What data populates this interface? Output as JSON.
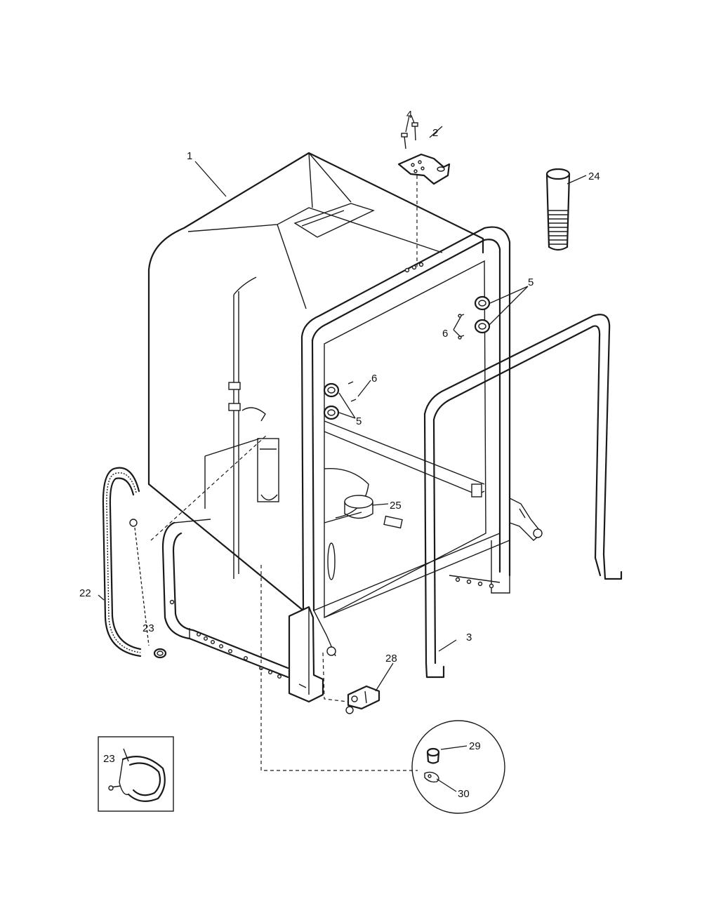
{
  "diagram": {
    "type": "exploded-parts-view",
    "line_color": "#1a1a1a",
    "background": "#ffffff"
  },
  "callouts": {
    "c1": "1",
    "c2": "2",
    "c3": "3",
    "c4": "4",
    "c5a": "5",
    "c5b": "5",
    "c6a": "6",
    "c6b": "6",
    "c22": "22",
    "c23a": "23",
    "c23b": "23",
    "c24": "24",
    "c25": "25",
    "c28": "28",
    "c29": "29",
    "c30": "30"
  }
}
